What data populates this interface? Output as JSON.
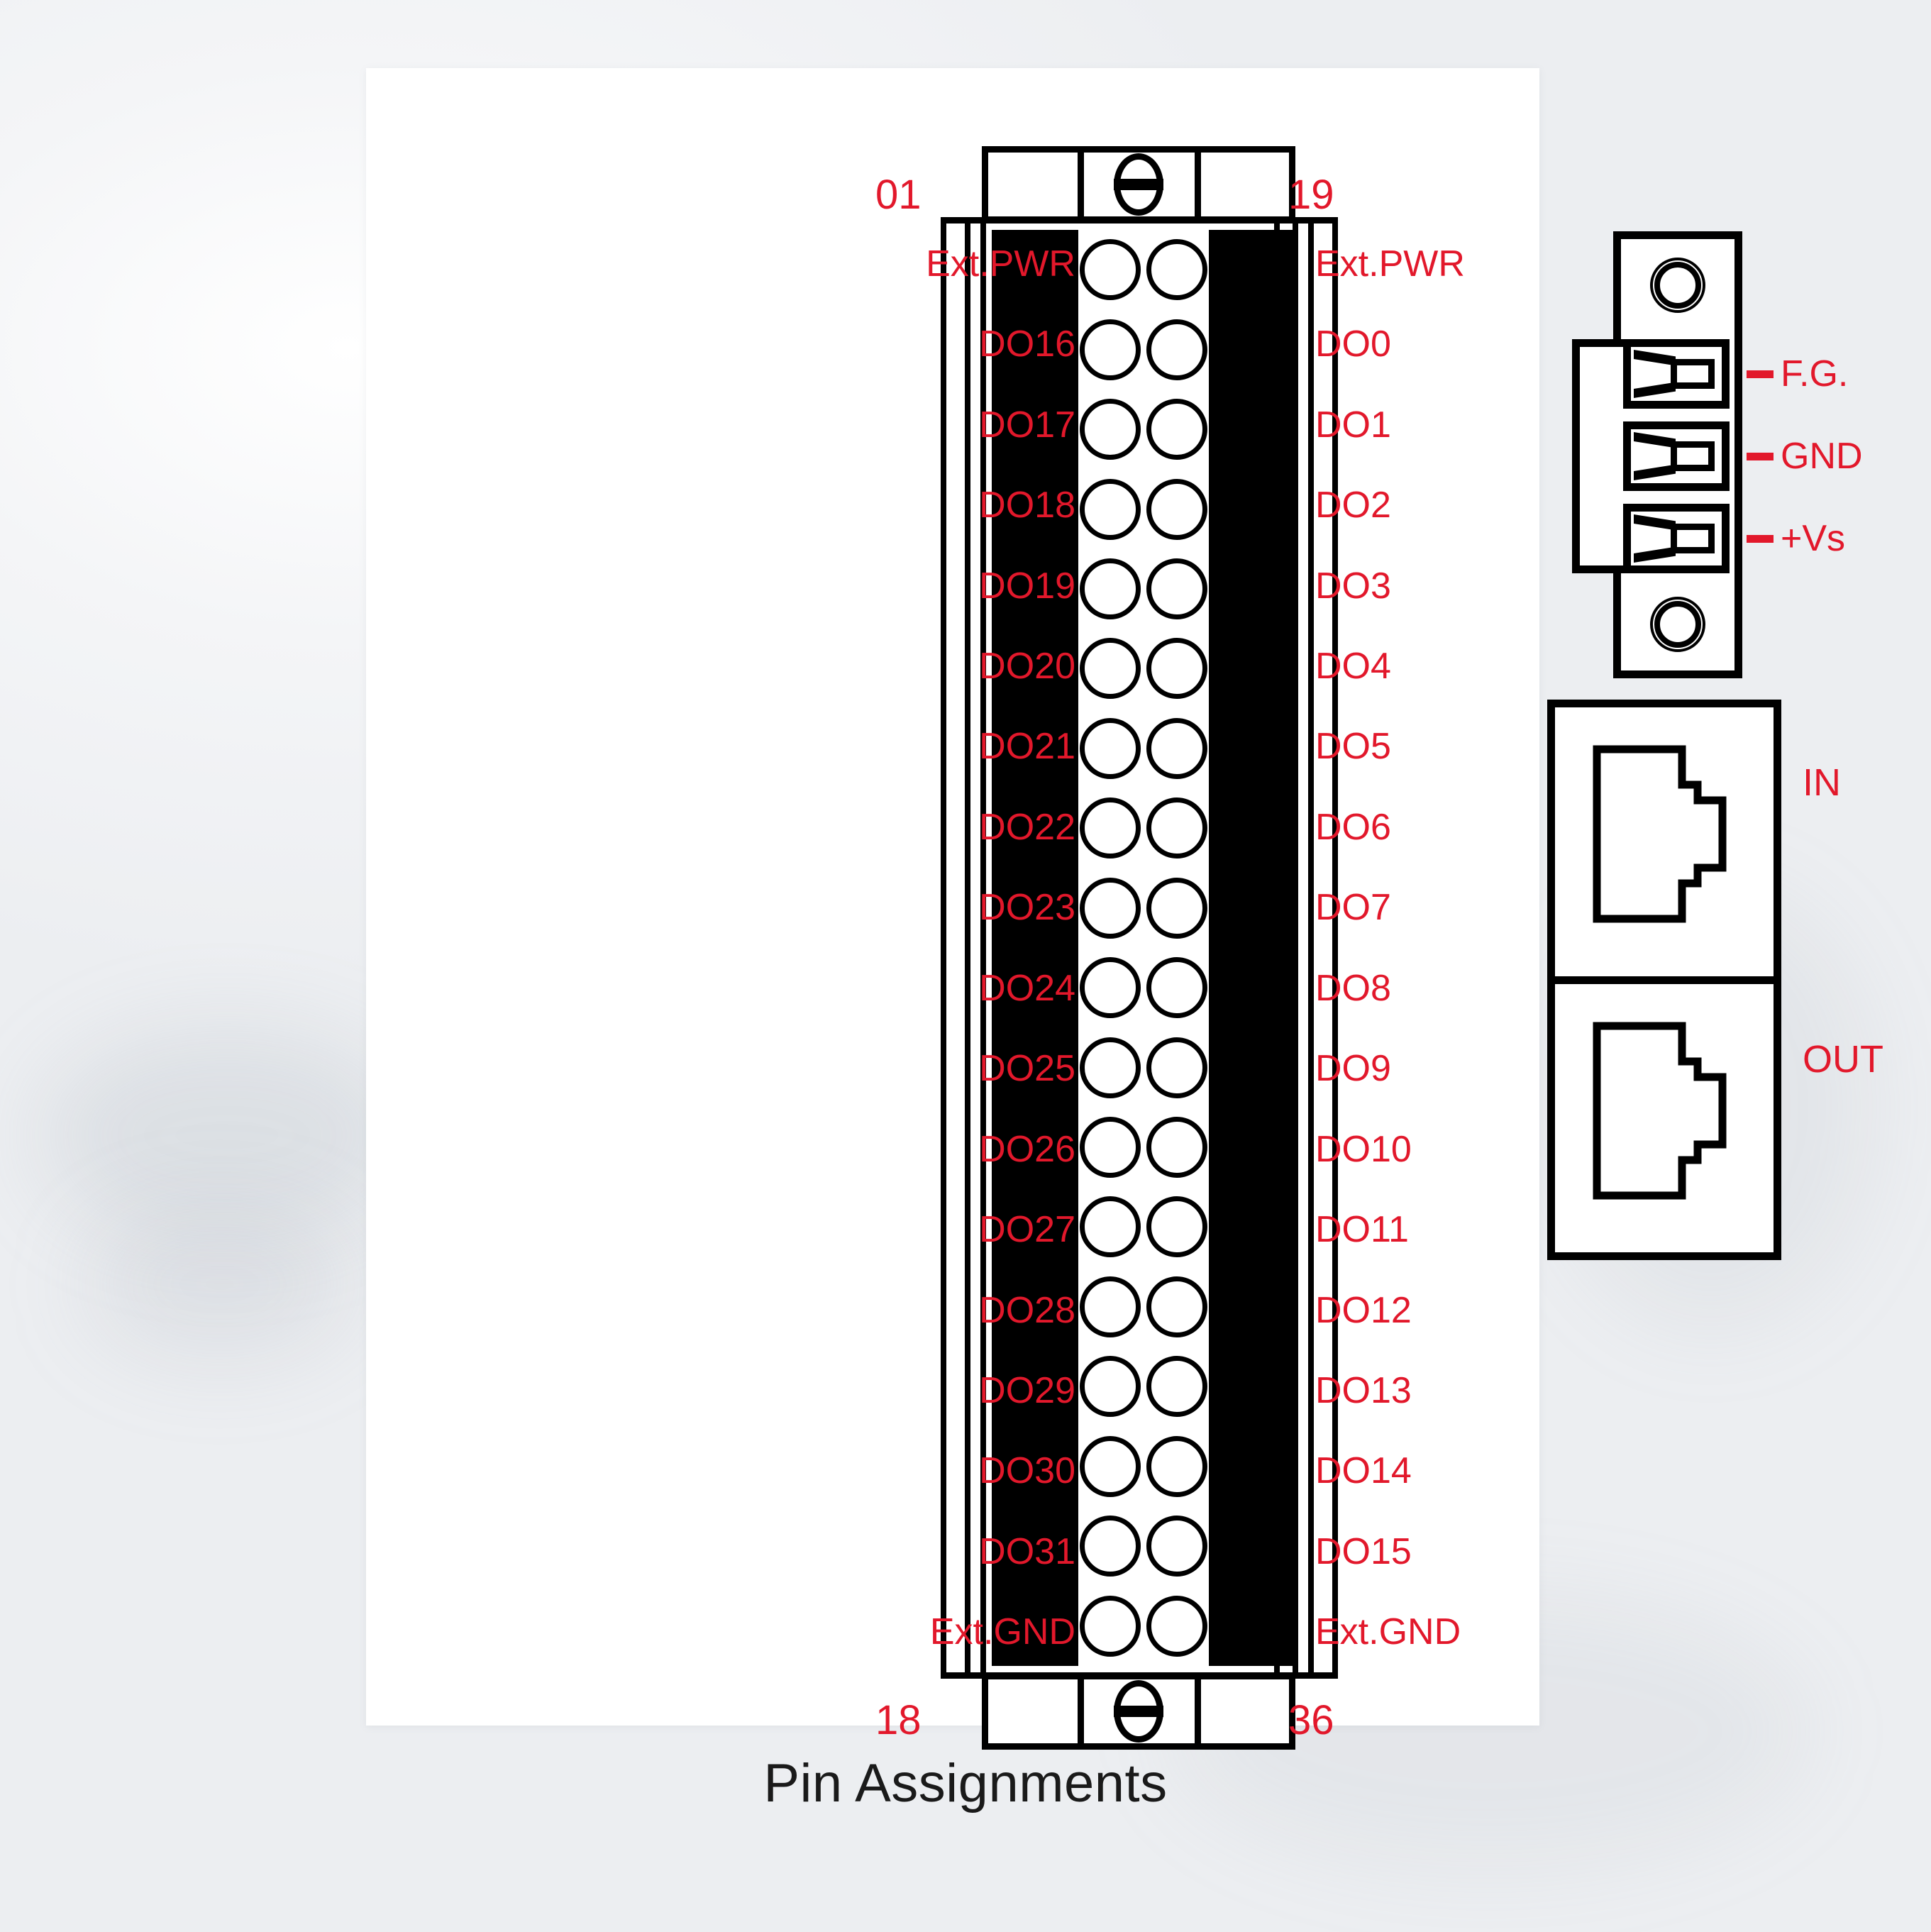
{
  "caption": "Pin Assignments",
  "accent_color": "#e2182b",
  "connector": {
    "type": "36-pin screw terminal block",
    "pin_numbers": {
      "top_left": "01",
      "top_right": "19",
      "bottom_left": "18",
      "bottom_right": "36"
    },
    "row_count": 18,
    "left_labels": [
      "Ext.PWR",
      "DO16",
      "DO17",
      "DO18",
      "DO19",
      "DO20",
      "DO21",
      "DO22",
      "DO23",
      "DO24",
      "DO25",
      "DO26",
      "DO27",
      "DO28",
      "DO29",
      "DO30",
      "DO31",
      "Ext.GND"
    ],
    "right_labels": [
      "Ext.PWR",
      "DO0",
      "DO1",
      "DO2",
      "DO3",
      "DO4",
      "DO5",
      "DO6",
      "DO7",
      "DO8",
      "DO9",
      "DO10",
      "DO11",
      "DO12",
      "DO13",
      "DO14",
      "DO15",
      "Ext.GND"
    ]
  },
  "power_block": {
    "title": "power terminal",
    "terminals": [
      "F.G.",
      "GND",
      "+Vs"
    ]
  },
  "network_ports": {
    "ports": [
      "IN",
      "OUT"
    ]
  }
}
